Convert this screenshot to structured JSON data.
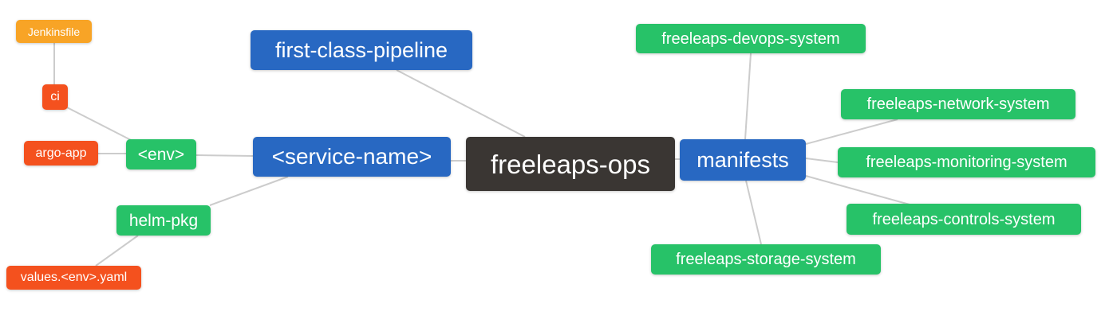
{
  "diagram": {
    "type": "mindmap",
    "title": "freeleaps-ops repository structure mind map",
    "background_color": "#ffffff",
    "edge_color": "#cccccc",
    "root": "freeleaps-ops",
    "colors": {
      "blue": "#2868c2",
      "green": "#27c268",
      "orange": "#f8a426",
      "red_orange": "#f4511e",
      "dark": "#3a3633",
      "text": "#ffffff"
    },
    "nodes": {
      "freeleaps_ops": {
        "label": "freeleaps-ops",
        "color": "#3a3633"
      },
      "first_class_pipeline": {
        "label": "first-class-pipeline",
        "color": "#2868c2"
      },
      "service_name": {
        "label": "<service-name>",
        "color": "#2868c2"
      },
      "manifests": {
        "label": "manifests",
        "color": "#2868c2"
      },
      "env": {
        "label": "<env>",
        "color": "#27c268"
      },
      "helm_pkg": {
        "label": "helm-pkg",
        "color": "#27c268"
      },
      "ci": {
        "label": "ci",
        "color": "#f4511e"
      },
      "argo_app": {
        "label": "argo-app",
        "color": "#f4511e"
      },
      "jenkinsfile": {
        "label": "Jenkinsfile",
        "color": "#f8a426"
      },
      "values_env_yaml": {
        "label": "values.<env>.yaml",
        "color": "#f4511e"
      },
      "devops_system": {
        "label": "freeleaps-devops-system",
        "color": "#27c268"
      },
      "network_system": {
        "label": "freeleaps-network-system",
        "color": "#27c268"
      },
      "monitoring_system": {
        "label": "freeleaps-monitoring-system",
        "color": "#27c268"
      },
      "controls_system": {
        "label": "freeleaps-controls-system",
        "color": "#27c268"
      },
      "storage_system": {
        "label": "freeleaps-storage-system",
        "color": "#27c268"
      }
    },
    "edges": [
      {
        "from": "Jenkinsfile",
        "to": "ci"
      },
      {
        "from": "ci",
        "to": "<env>"
      },
      {
        "from": "argo-app",
        "to": "<env>"
      },
      {
        "from": "<env>",
        "to": "<service-name>"
      },
      {
        "from": "helm-pkg",
        "to": "<service-name>"
      },
      {
        "from": "values.<env>.yaml",
        "to": "helm-pkg"
      },
      {
        "from": "first-class-pipeline",
        "to": "freeleaps-ops"
      },
      {
        "from": "<service-name>",
        "to": "freeleaps-ops"
      },
      {
        "from": "freeleaps-ops",
        "to": "manifests"
      },
      {
        "from": "manifests",
        "to": "freeleaps-devops-system"
      },
      {
        "from": "manifests",
        "to": "freeleaps-network-system"
      },
      {
        "from": "manifests",
        "to": "freeleaps-monitoring-system"
      },
      {
        "from": "manifests",
        "to": "freeleaps-controls-system"
      },
      {
        "from": "manifests",
        "to": "freeleaps-storage-system"
      }
    ]
  }
}
